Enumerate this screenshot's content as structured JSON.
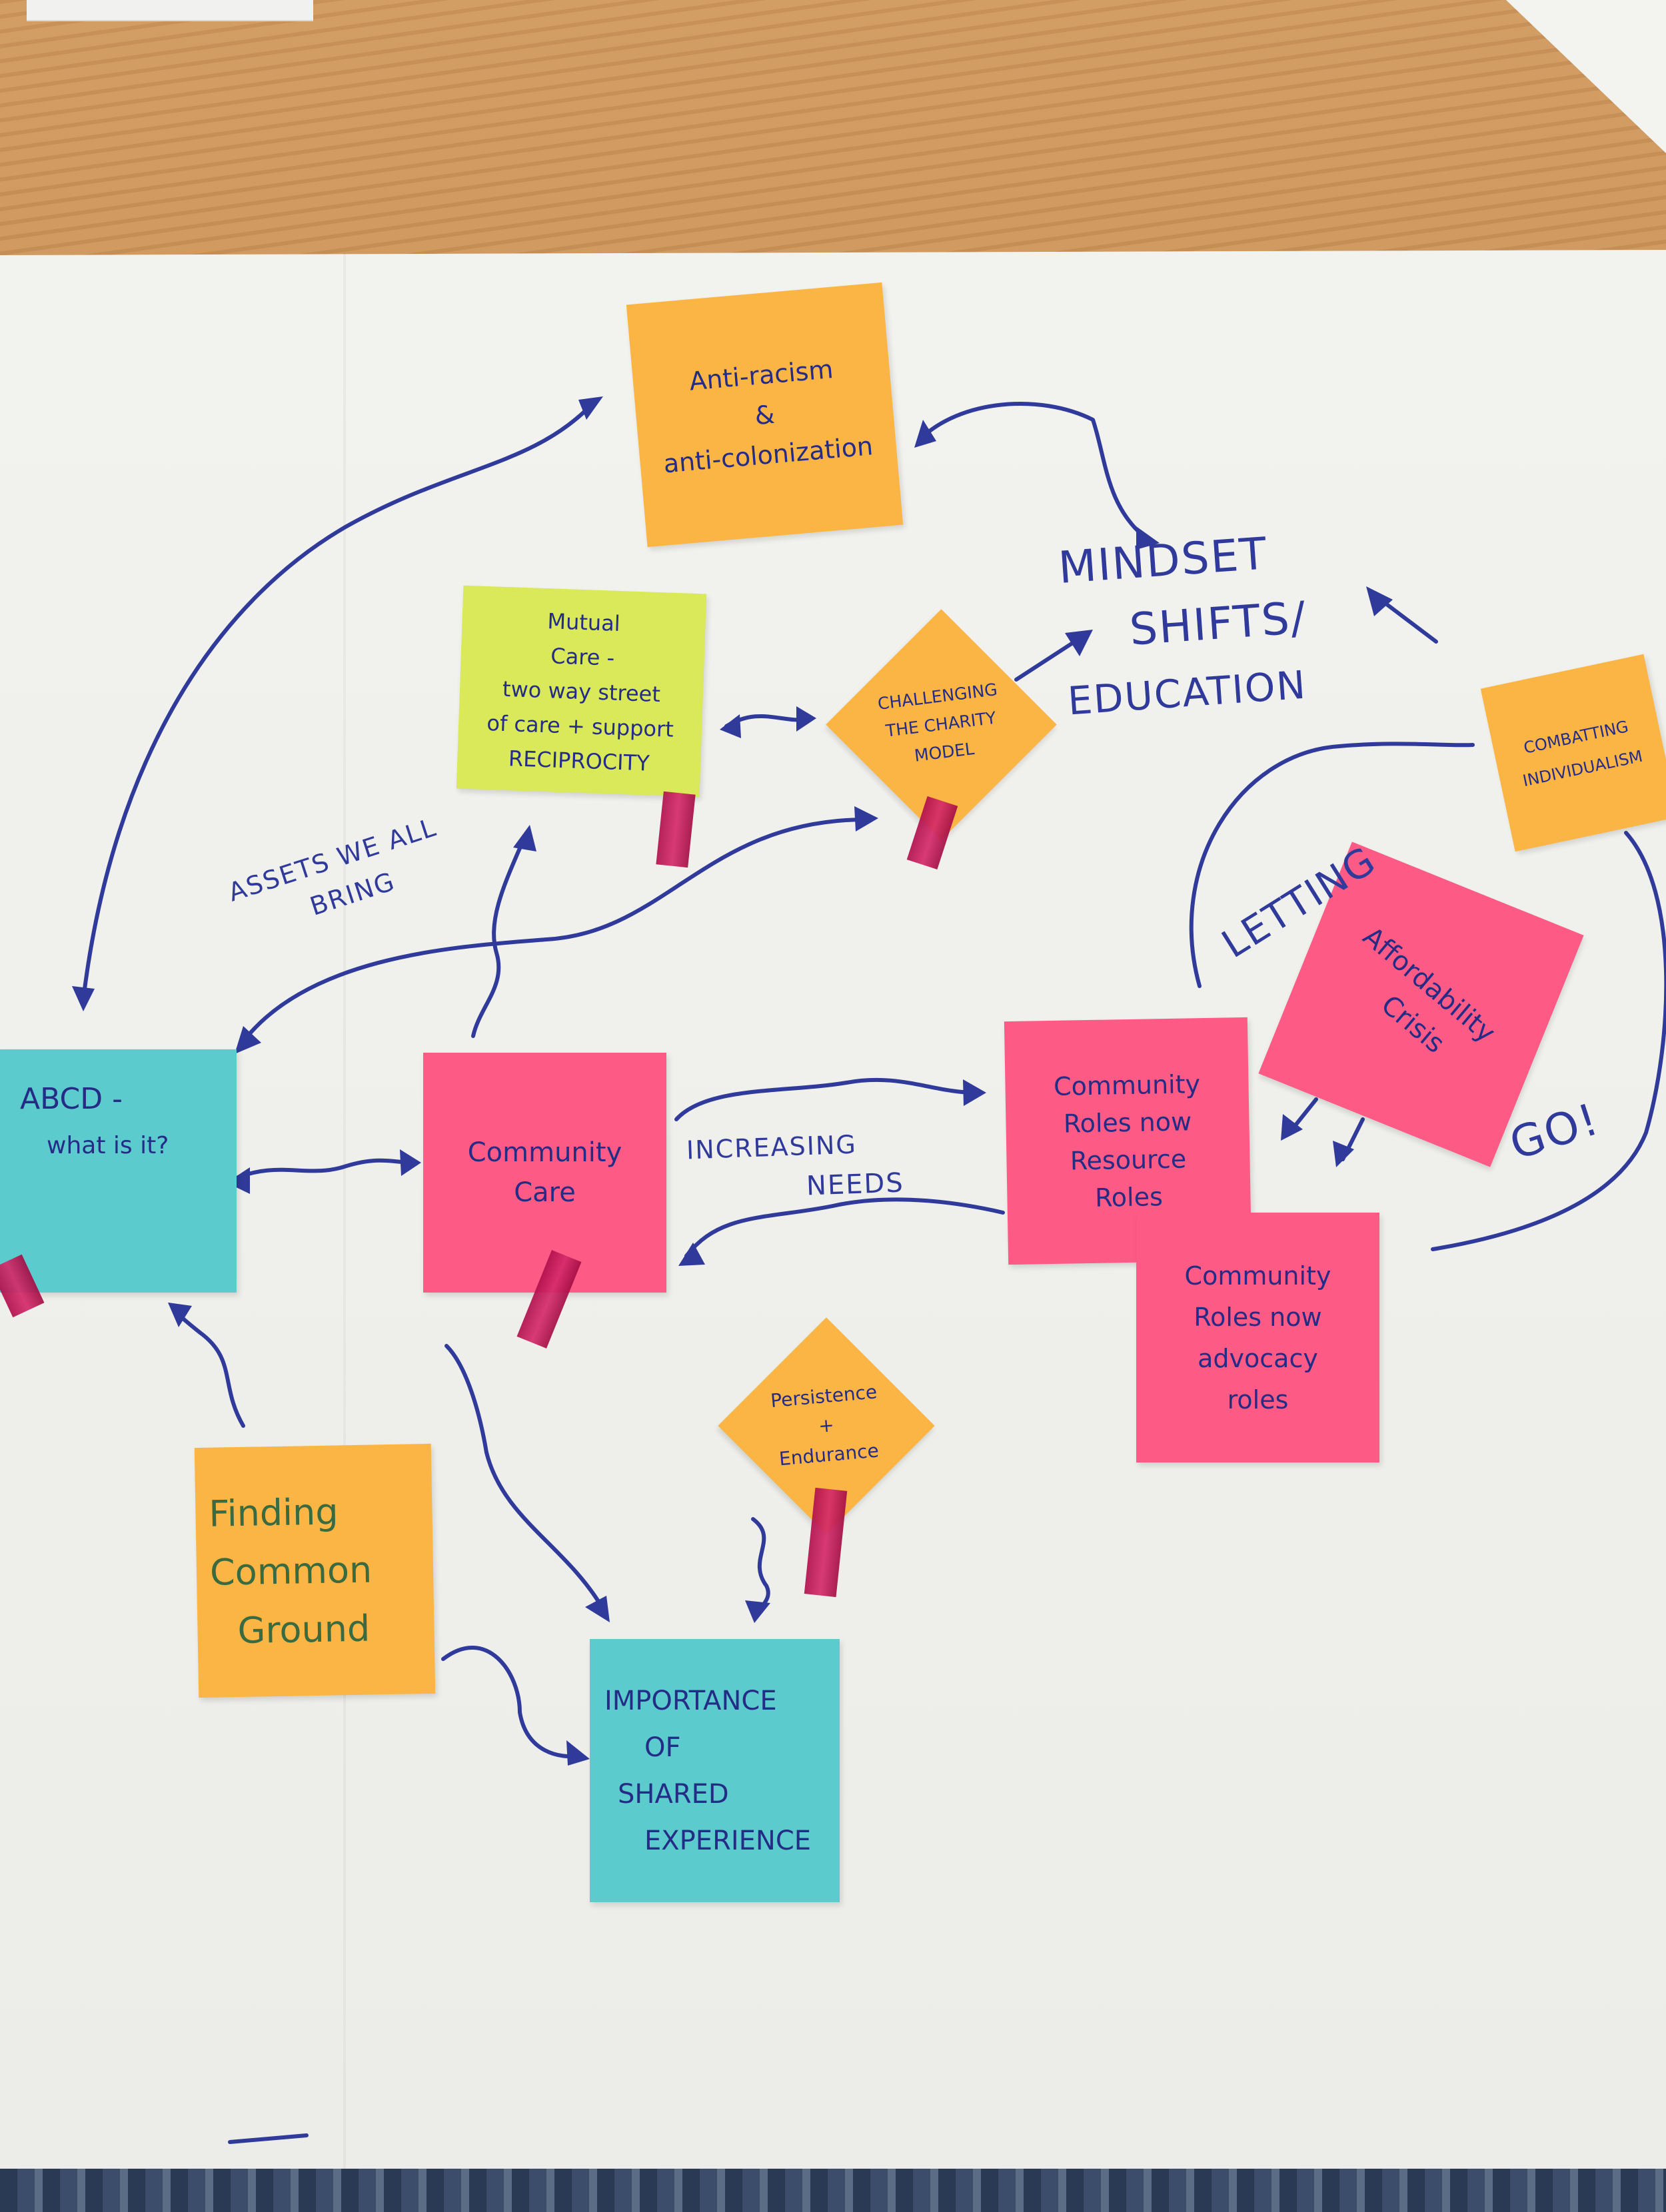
{
  "notes": {
    "anti_racism": [
      "Anti-racism",
      "&",
      "anti-colonization"
    ],
    "mutual_care": [
      "Mutual",
      "Care -",
      "two way street",
      "of care + support",
      "RECIPROCITY"
    ],
    "challenging": [
      "CHALLENGING",
      "THE CHARITY",
      "MODEL"
    ],
    "combatting": [
      "COMBATTING",
      "INDIVIDUALISM"
    ],
    "affordability": [
      "Affordability",
      "Crisis"
    ],
    "abcd": [
      "ABCD -",
      "what is it?"
    ],
    "community_care": [
      "Community",
      "Care"
    ],
    "resource_roles": [
      "Community",
      "Roles now",
      "Resource",
      "Roles"
    ],
    "advocacy_roles": [
      "Community",
      "Roles now",
      "advocacy",
      "roles"
    ],
    "persistence": [
      "Persistence",
      "+",
      "Endurance"
    ],
    "common_ground": [
      "Finding",
      "Common",
      "Ground"
    ],
    "shared_experience": [
      "IMPORTANCE",
      "OF",
      "SHARED",
      "EXPERIENCE"
    ]
  },
  "labels": {
    "mindset": [
      "MINDSET",
      "SHIFTS/",
      "EDUCATION"
    ],
    "assets": [
      "ASSETS WE ALL",
      "BRING"
    ],
    "increasing": "INCREASING",
    "needs": "NEEDS",
    "letting": "LETTING",
    "go": "GO!"
  },
  "colors": {
    "orange": "#fbb545",
    "yellow": "#d9e95a",
    "pink": "#fd5b86",
    "cyan": "#5ccbce",
    "ink": "#2f3a9a",
    "sheet": "#f2f2ef",
    "tape": "#c21a5a"
  }
}
